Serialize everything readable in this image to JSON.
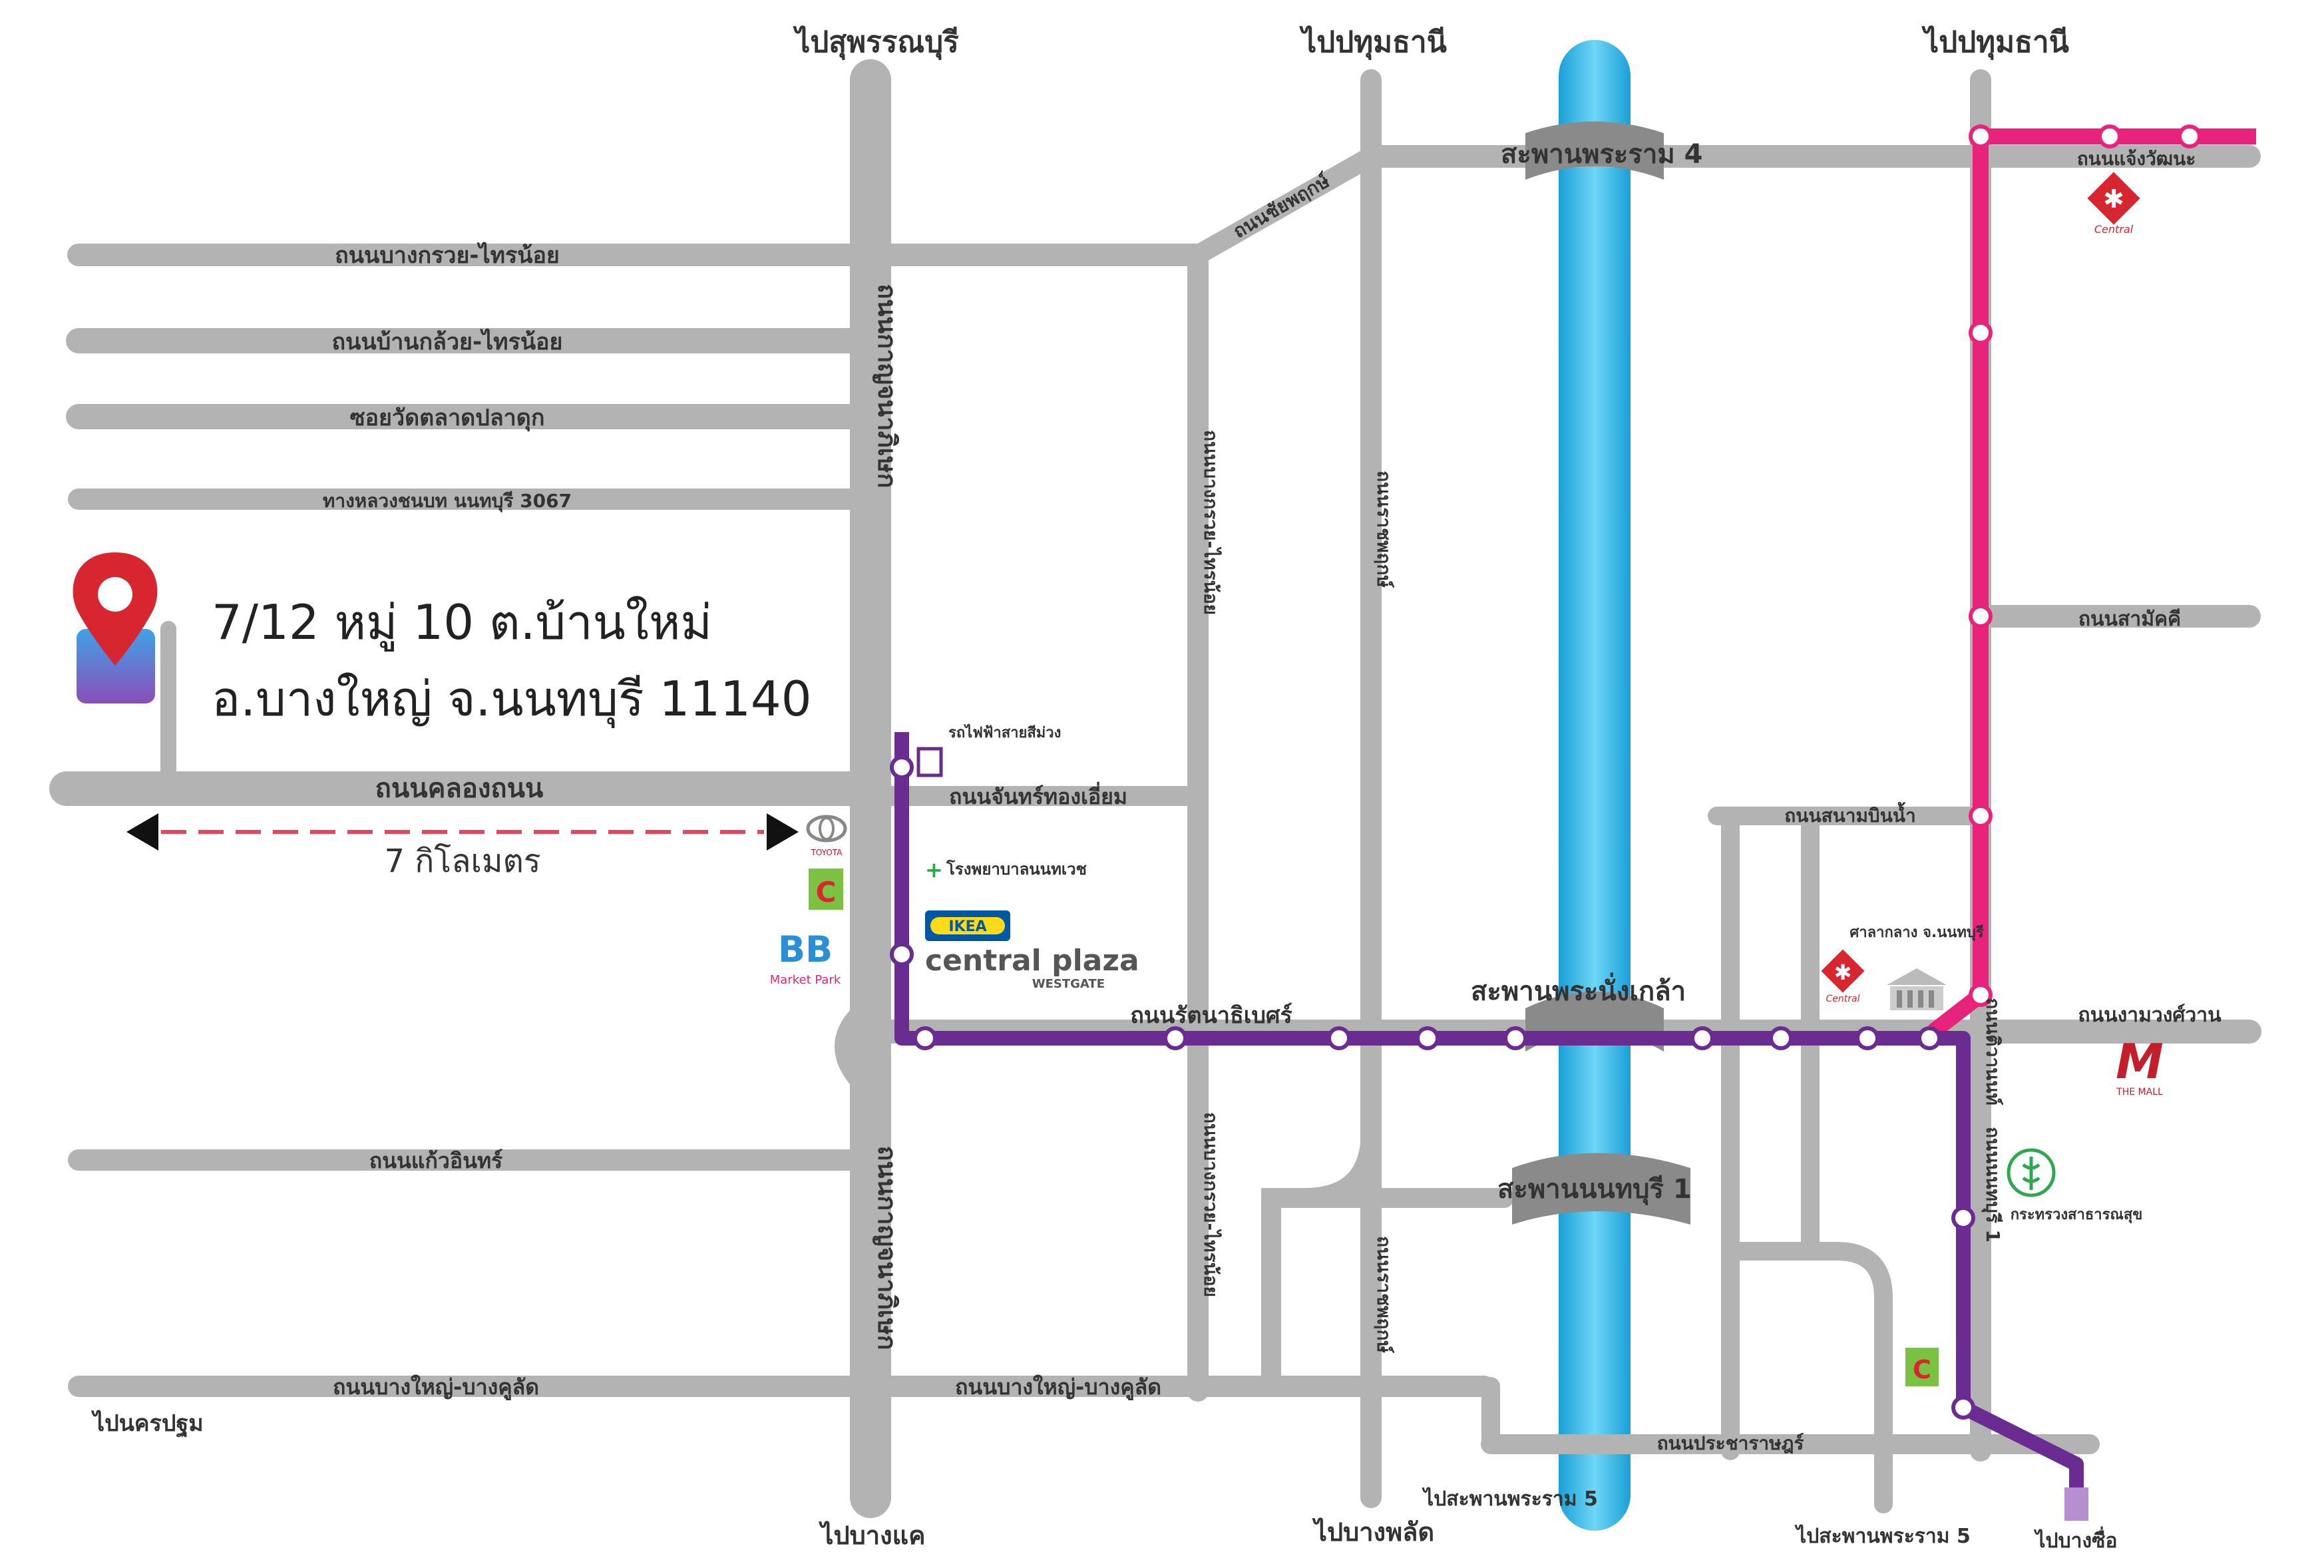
{
  "map": {
    "address": {
      "line1": "7/12 หมู่ 10 ต.บ้านใหม่",
      "line2": "อ.บางใหญ่ จ.นนทบุรี 11140"
    },
    "distance_label": "7 กิโลเมตร",
    "directions": {
      "suphanburi": "ไปสุพรรณบุรี",
      "pathum_mid": "ไปปทุมธานี",
      "pathum_right": "ไปปทุมธานี",
      "nakhon_pathom": "ไปนครปฐม",
      "bang_khae": "ไปบางแค",
      "bang_phlat": "ไปบางพลัด",
      "rama5_bridge_mid": "ไปสะพานพระราม 5",
      "rama5_bridge_right": "ไปสะพานพระราม 5",
      "bang_sue": "ไปบางซื่อ"
    },
    "roads": {
      "bang_kruai_sai_noi_top": "ถนนบางกรวย-ไทรน้อย",
      "ban_kluai_sai_noi": "ถนนบ้านกล้วย-ไทรน้อย",
      "soi_wat_talat_pla_duk": "ซอยวัดตลาดปลาดุก",
      "highway_3067": "ทางหลวงชนบท นนทบุรี 3067",
      "khlong_thanon": "ถนนคลองถนน",
      "chan_thong_iam": "ถนนจันทร์ทองเอี่ยม",
      "kanchanaphisek_top": "ถนนกาญจนาภิเษก",
      "kanchanaphisek_bottom": "ถนนกาญจนาภิเษก",
      "chai_phruek": "ถนนชัยพฤกษ์",
      "bang_kruai_vertical_top": "ถนนบางกรวย-ไทรน้อย",
      "bang_kruai_vertical_bottom": "ถนนบางกรวย-ไทรน้อย",
      "ratchaphruek_top": "ถนนราชพฤกษ์",
      "ratchaphruek_bottom": "ถนนราชพฤกษ์",
      "rattanathibet": "ถนนรัตนาธิเบศร์",
      "kaeo_in": "ถนนแก้วอินทร์",
      "bang_yai_bang_kruai_left": "ถนนบางใหญ่-บางคูลัด",
      "bang_yai_bang_kruai_right": "ถนนบางใหญ่-บางคูลัด",
      "chaeng_watthana": "ถนนแจ้งวัฒนะ",
      "samakkhi": "ถนนสามัคคี",
      "sanam_bin_nam": "ถนนสนามบินน้ำ",
      "ngam_wong_wan": "ถนนงามวงศ์วาน",
      "tiwanon": "ถนนติวานนท์",
      "nonthaburi_1_road": "ถนนนนทบุรี 1",
      "pracharat": "ถนนประชาราษฎร์"
    },
    "bridges": {
      "rama4": "สะพานพระราม 4",
      "phra_nang_klao": "สะพานพระนั่งเกล้า",
      "nonthaburi1": "สะพานนนทบุรี 1"
    },
    "landmarks": {
      "purple_line": "รถไฟฟ้าสายสีม่วง",
      "hospital": "โรงพยาบาลนนทเวช",
      "ikea": "IKEA",
      "central_plaza": "central plaza",
      "westgate": "WESTGATE",
      "bb_logo": "BB",
      "bb_sub": "Market Park",
      "city_hall": "ศาลากลาง จ.นนทบุรี",
      "ministry": "กระทรวงสาธารณสุข",
      "the_mall": "THE MALL",
      "central": "Central",
      "toyota": "TOYOTA"
    },
    "colors": {
      "road": "#b3b3b3",
      "river": "#29b6e8",
      "purple_line": "#6a2c91",
      "pink_line": "#e8237c",
      "pin_red": "#d7262f",
      "distance_dash": "#e04a5a"
    }
  }
}
